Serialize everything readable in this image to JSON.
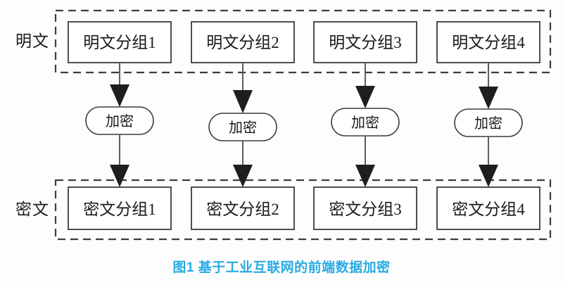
{
  "figure": {
    "caption": "图1 基于工业互联网的前端数据加密",
    "caption_color": "#29abe2",
    "background_color": "#fdfdfd",
    "line_color": "#3b3b3b",
    "arrow_color": "#1e1e1e"
  },
  "plaintext_section": {
    "label": "明文",
    "blocks": [
      {
        "text": "明文分组1"
      },
      {
        "text": "明文分组2"
      },
      {
        "text": "明文分组3"
      },
      {
        "text": "明文分组4"
      }
    ]
  },
  "encrypt_section": {
    "nodes": [
      {
        "text": "加密"
      },
      {
        "text": "加密"
      },
      {
        "text": "加密"
      },
      {
        "text": "加密"
      }
    ]
  },
  "ciphertext_section": {
    "label": "密文",
    "blocks": [
      {
        "text": "密文分组1"
      },
      {
        "text": "密文分组2"
      },
      {
        "text": "密文分组3"
      },
      {
        "text": "密文分组4"
      }
    ]
  }
}
